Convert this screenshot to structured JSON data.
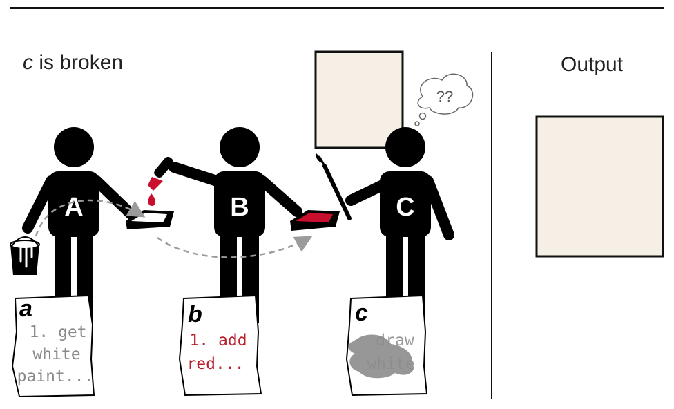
{
  "header": {
    "title_var": "c",
    "title_rest": " is broken",
    "output_label": "Output"
  },
  "thought_bubble": {
    "text": "??"
  },
  "figures": [
    {
      "letter": "A"
    },
    {
      "letter": "B"
    },
    {
      "letter": "C"
    }
  ],
  "notes": [
    {
      "letter": "a",
      "lines": [
        "1. get",
        "white",
        "paint..."
      ],
      "color": "#8a8a8a"
    },
    {
      "letter": "b",
      "lines": [
        "1. add",
        "red..."
      ],
      "color": "#b8202e"
    },
    {
      "letter": "c",
      "lines": [
        "draw",
        "white"
      ],
      "color": "#9a9a9a"
    }
  ],
  "colors": {
    "figure": "#000000",
    "paint_red": "#c8102e",
    "canvas": "#f5efe6",
    "arrow": "#9b9b9b"
  }
}
